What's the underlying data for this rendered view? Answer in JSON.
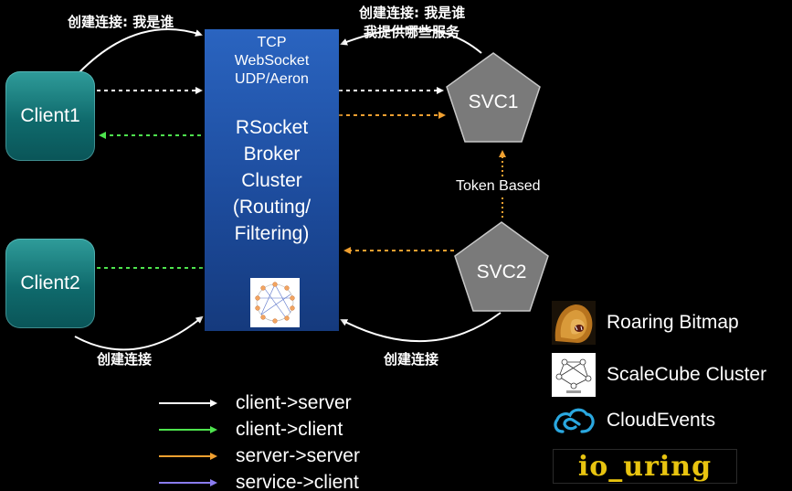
{
  "broker": {
    "protocols": [
      "TCP",
      "WebSocket",
      "UDP/Aeron"
    ],
    "title_lines": [
      "RSocket",
      "Broker",
      "Cluster",
      "(Routing/",
      "Filtering)"
    ]
  },
  "clients": [
    {
      "label": "Client1"
    },
    {
      "label": "Client2"
    }
  ],
  "services": [
    {
      "label": "SVC1"
    },
    {
      "label": "SVC2"
    }
  ],
  "annotations": {
    "client1_connect": "创建连接: 我是谁",
    "svc1_connect_line1": "创建连接: 我是谁",
    "svc1_connect_line2": "我提供哪些服务",
    "client2_connect": "创建连接",
    "svc2_connect": "创建连接",
    "token": "Token Based"
  },
  "legend": [
    {
      "label": "client->server",
      "color": "#ffffff"
    },
    {
      "label": "client->client",
      "color": "#4ee44e"
    },
    {
      "label": "server->server",
      "color": "#f0a030"
    },
    {
      "label": "service->client",
      "color": "#8a7cf0"
    }
  ],
  "technologies": [
    {
      "label": "Roaring Bitmap",
      "icon": "lion-icon"
    },
    {
      "label": "ScaleCube Cluster",
      "icon": "gossip-graph-icon"
    },
    {
      "label": "CloudEvents",
      "icon": "cloudevents-icon"
    },
    {
      "label": "io_uring",
      "icon": "io-uring-logo"
    }
  ]
}
